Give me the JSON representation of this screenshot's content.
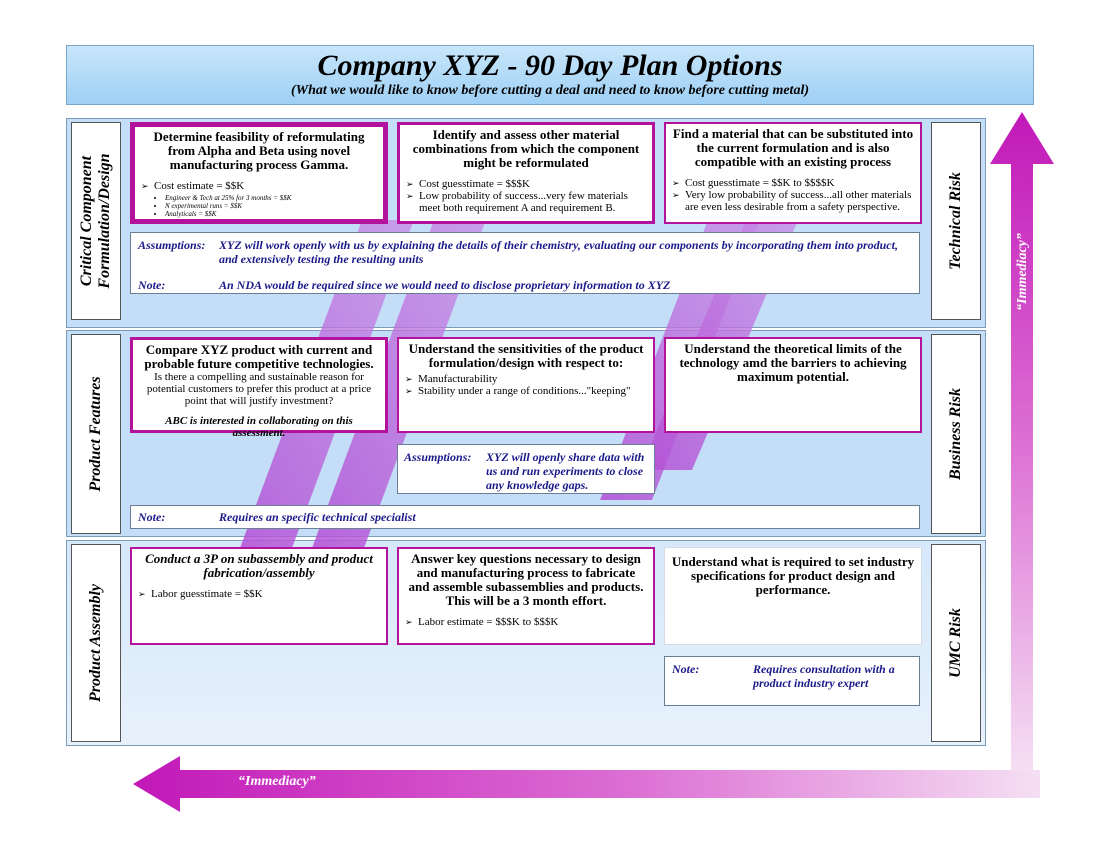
{
  "header": {
    "title": "Company XYZ - 90 Day Plan Options",
    "subtitle": "(What we would like to know before cutting a deal and need to know before cutting metal)"
  },
  "rows": [
    {
      "label_line1": "Critical Component",
      "label_line2": "Formulation/Design",
      "risk": "Technical Risk"
    },
    {
      "label_line1": "Product Features",
      "label_line2": "",
      "risk": "Business Risk"
    },
    {
      "label_line1": "Product Assembly",
      "label_line2": "",
      "risk": "UMC Risk"
    }
  ],
  "row1": {
    "box1": {
      "title": "Determine feasibility of reformulating from Alpha and Beta using novel manufacturing process Gamma.",
      "bullet": "Cost estimate = $$K",
      "sub": [
        "Engineer & Tech at 25% for 3 months = $$K",
        "N experimental runs = $$K",
        "Analyticals = $$K"
      ]
    },
    "box2": {
      "title": "Identify and assess other material combinations from which the component might be reformulated",
      "bullets": [
        "Cost guesstimate = $$$K",
        "Low probability of success...very few materials meet both requirement A and requirement B."
      ]
    },
    "box3": {
      "title": "Find a material that can be substituted into the current formulation and is also compatible with  an existing process",
      "bullets": [
        "Cost guesstimate = $$K to $$$$K",
        "Very low probability of success...all other materials are even less desirable from a safety perspective."
      ]
    },
    "assumptions": {
      "label": "Assumptions:",
      "text": "XYZ will work openly with us by explaining the details of their chemistry, evaluating our components by incorporating them into product, and extensively testing the resulting units",
      "note_label": "Note:",
      "note_text": "An NDA would be required since we would need to disclose proprietary information to XYZ"
    }
  },
  "row2": {
    "box1": {
      "title": "Compare XYZ product with current and probable future competitive technologies.",
      "body": "Is there a compelling and sustainable reason for potential customers to prefer this product at a price point that will justify investment?",
      "note": "ABC is interested in collaborating on this assessment."
    },
    "box2": {
      "title": "Understand the sensitivities of the product formulation/design with respect to:",
      "bullets": [
        "Manufacturability",
        "Stability under a range of conditions...\"keeping\""
      ]
    },
    "box3": {
      "title": "Understand the theoretical limits of the technology amd the barriers to achieving maximum potential."
    },
    "assumptions": {
      "label": "Assumptions:",
      "text": "XYZ will openly share data with us and run experiments to close any knowledge gaps."
    },
    "note": {
      "label": "Note:",
      "text": "Requires an specific technical specialist"
    }
  },
  "row3": {
    "box1": {
      "title": "Conduct a 3P on subassembly and product fabrication/assembly",
      "bullet": "Labor guesstimate = $$K"
    },
    "box2": {
      "title": "Answer key questions necessary to design and manufacturing process to fabricate and assemble subassemblies and products. This will be a 3 month effort.",
      "bullet": "Labor estimate = $$$K to $$$K"
    },
    "box3": {
      "title": "Understand what is required to set industry specifications for product design and performance."
    },
    "note": {
      "label": "Note:",
      "text": "Requires consultation with a product industry expert"
    }
  },
  "axes": {
    "horizontal": "“Immediacy”",
    "vertical": "“Immediacy”"
  },
  "colors": {
    "accent": "#b3139c",
    "band": "#c3def6",
    "assumption_text": "#1a1a8a"
  }
}
